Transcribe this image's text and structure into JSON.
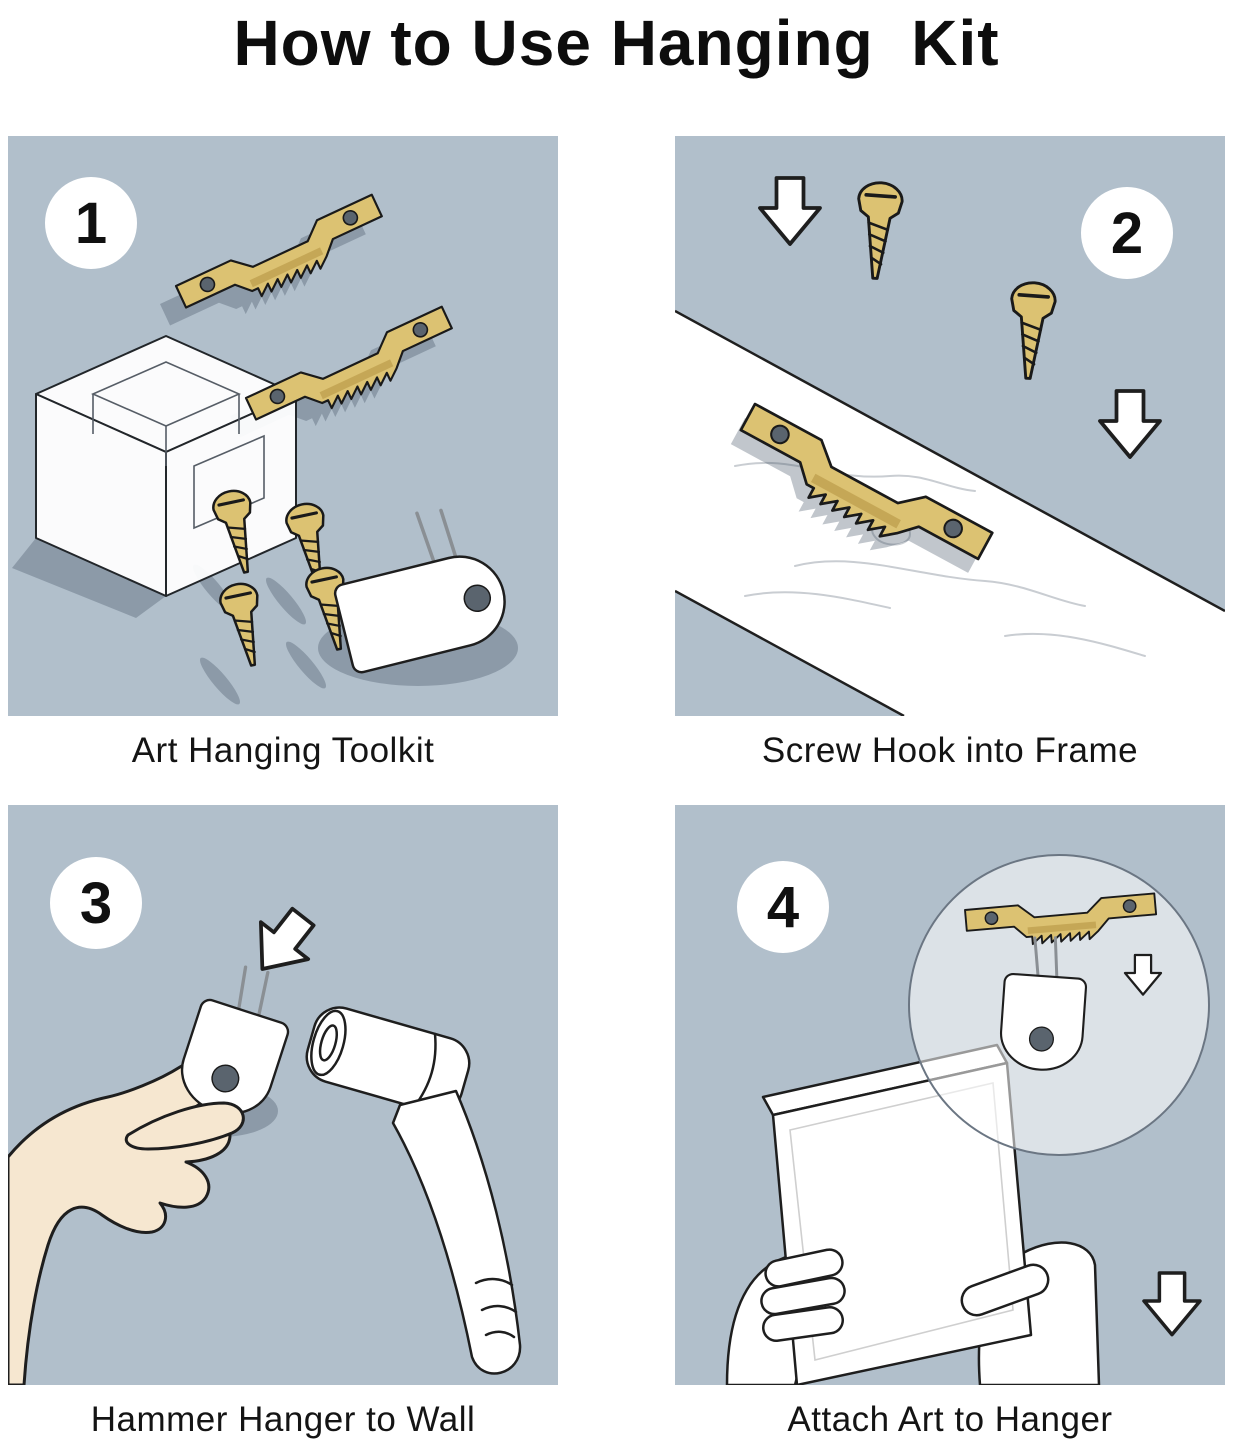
{
  "title": "How to Use Hanging  Kit",
  "steps": [
    {
      "number": "1",
      "caption": "Art Hanging Toolkit"
    },
    {
      "number": "2",
      "caption": "Screw Hook into Frame"
    },
    {
      "number": "3",
      "caption": "Hammer Hanger to Wall"
    },
    {
      "number": "4",
      "caption": "Attach Art to Hanger"
    }
  ],
  "colors": {
    "panel_bg": "#b1bfcb",
    "brass": "#dcc272",
    "brass_dark": "#b3913f",
    "flesh": "#f6e7d0",
    "outline": "#1a1a1a",
    "title_text": "#0d0d0d"
  }
}
